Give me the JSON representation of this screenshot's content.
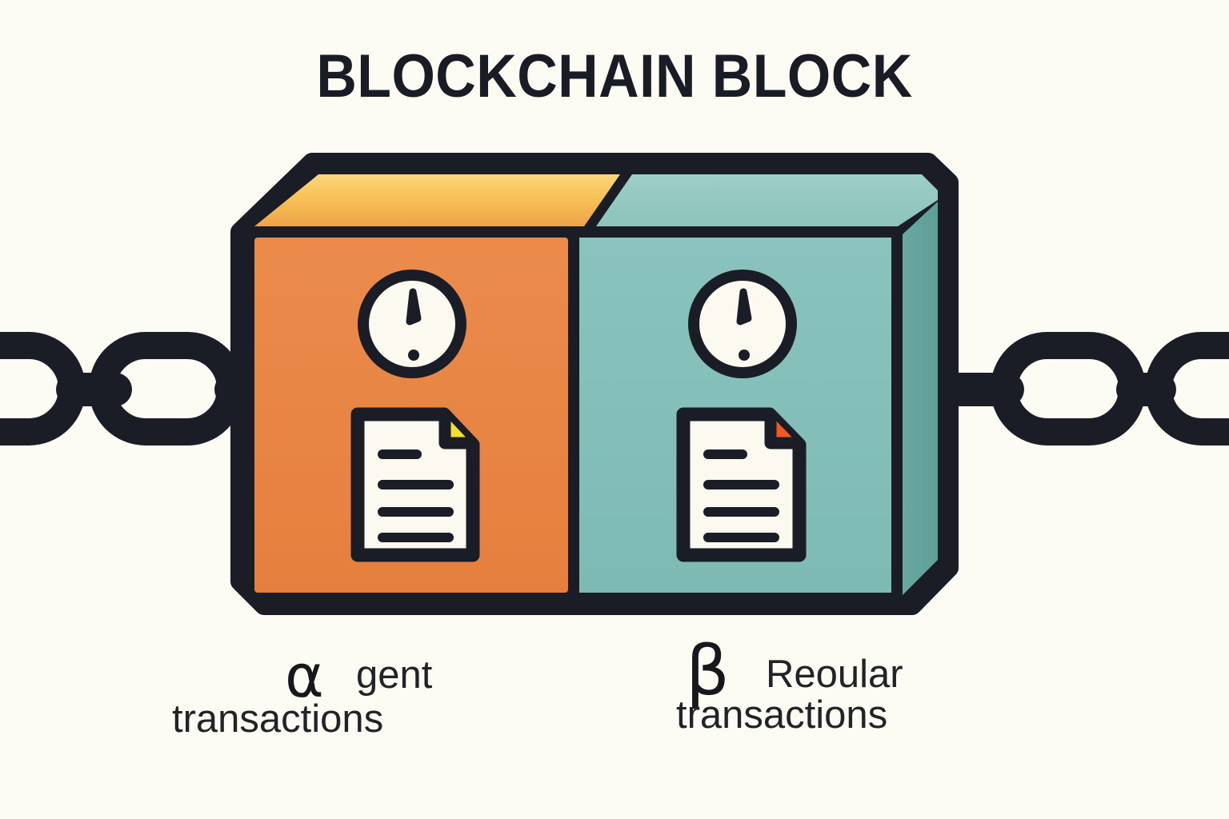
{
  "page": {
    "title": "BLOCKCHAIN BLOCK",
    "background_color": "#FDFCF4",
    "outline_color": "#1B1D26"
  },
  "block": {
    "left_half": {
      "face_color": "#E98545",
      "top_face_gradient_from": "#F8C255",
      "top_face_gradient_to": "#EE9E4B",
      "clock_icon": "clock-icon",
      "document_icon": "document-icon",
      "document_corner_color": "#F2E030"
    },
    "right_half": {
      "face_color": "#82BDB8",
      "top_face_color": "#93C9C2",
      "side_face_color": "#62A49D",
      "clock_icon": "clock-icon",
      "document_icon": "document-icon",
      "document_corner_color": "#F05A22"
    }
  },
  "chain": {
    "color": "#1B1D26",
    "left_links": 3,
    "right_links": 3
  },
  "legend": {
    "agent": {
      "glyph": "⍺",
      "glyph_name": "alpha-glyph",
      "line1": "gent",
      "line2": "transactions"
    },
    "regular": {
      "glyph": "β",
      "glyph_name": "beta-glyph",
      "line1": "Reoular",
      "line2": "transactions"
    }
  }
}
